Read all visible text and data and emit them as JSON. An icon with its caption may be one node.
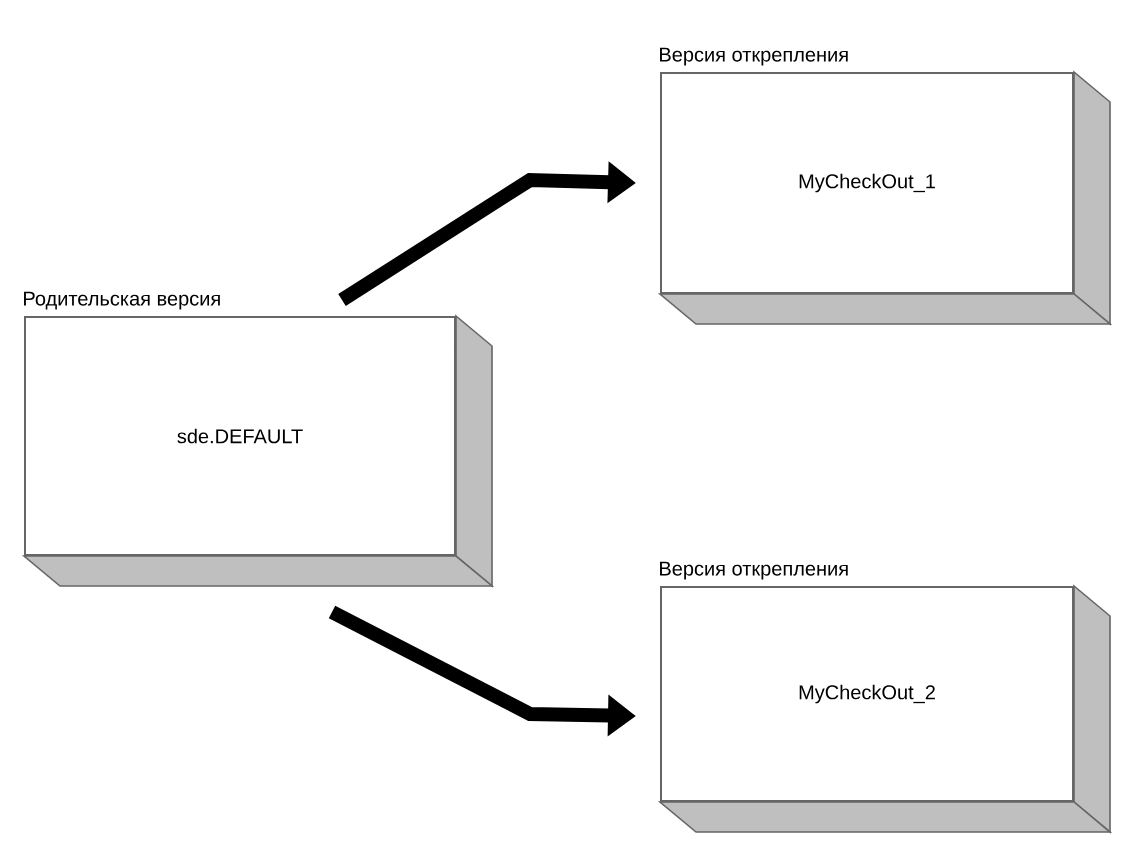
{
  "diagram": {
    "nodes": [
      {
        "text": [
          "Родительская версия",
          "sde.DEFAULT"
        ]
      },
      {
        "text": [
          "Версия открепления",
          "MyCheckOut_1"
        ]
      },
      {
        "text": [
          "Версия открепления",
          "MyCheckOut_2"
        ]
      }
    ],
    "edges": [
      {
        "from": 0,
        "to": 1,
        "arrow": "to"
      },
      {
        "from": 0,
        "to": 2,
        "arrow": "to"
      }
    ]
  }
}
